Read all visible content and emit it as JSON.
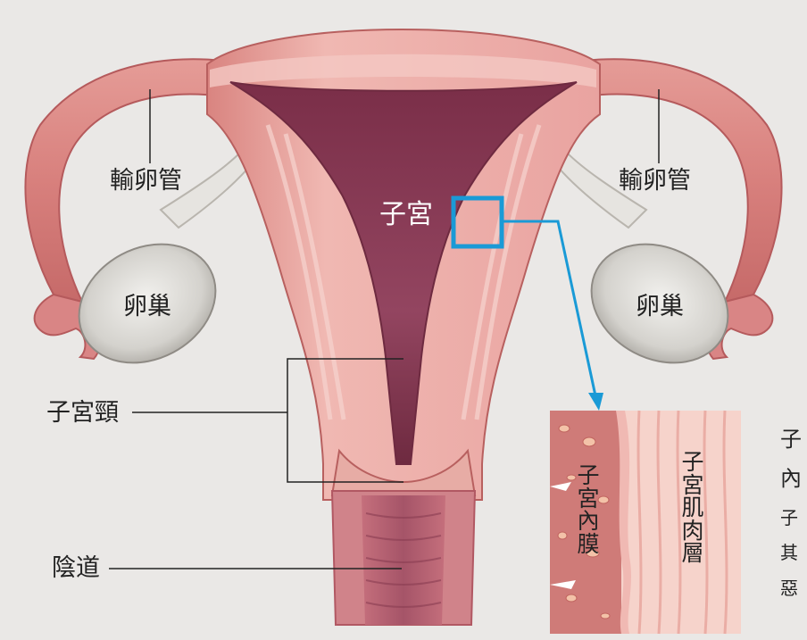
{
  "labels": {
    "fallopian_left": "輸卵管",
    "fallopian_right": "輸卵管",
    "ovary_left": "卵巢",
    "ovary_right": "卵巢",
    "uterus": "子宮",
    "cervix": "子宮頸",
    "vagina": "陰道",
    "endometrium": "子宮內膜",
    "myometrium": "子宮肌肉層"
  },
  "side_text_fragments": [
    "子",
    "內",
    "子",
    "其",
    "惡"
  ],
  "colors": {
    "background": "#eae8e6",
    "uterus_wall": "#e9a7a2",
    "uterus_cavity": "#8a3a52",
    "ovary": "#d9d7d3",
    "callout": "#1a9ad6"
  }
}
